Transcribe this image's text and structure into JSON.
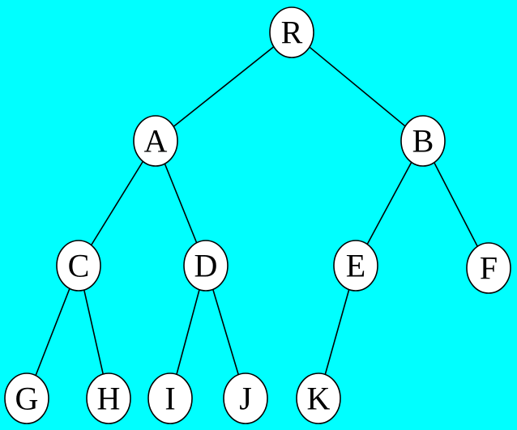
{
  "colors": {
    "background": "#00FFFF",
    "node_fill": "#FFFFFF",
    "stroke": "#000000"
  },
  "tree": {
    "nodes": [
      {
        "id": "R",
        "label": "R"
      },
      {
        "id": "A",
        "label": "A"
      },
      {
        "id": "B",
        "label": "B"
      },
      {
        "id": "C",
        "label": "C"
      },
      {
        "id": "D",
        "label": "D"
      },
      {
        "id": "E",
        "label": "E"
      },
      {
        "id": "F",
        "label": "F"
      },
      {
        "id": "G",
        "label": "G"
      },
      {
        "id": "H",
        "label": "H"
      },
      {
        "id": "I",
        "label": "I"
      },
      {
        "id": "J",
        "label": "J"
      },
      {
        "id": "K",
        "label": "K"
      }
    ],
    "edges": [
      {
        "from": "R",
        "to": "A"
      },
      {
        "from": "R",
        "to": "B"
      },
      {
        "from": "A",
        "to": "C"
      },
      {
        "from": "A",
        "to": "D"
      },
      {
        "from": "B",
        "to": "E"
      },
      {
        "from": "B",
        "to": "F"
      },
      {
        "from": "C",
        "to": "G"
      },
      {
        "from": "C",
        "to": "H"
      },
      {
        "from": "D",
        "to": "I"
      },
      {
        "from": "D",
        "to": "J"
      },
      {
        "from": "E",
        "to": "K"
      }
    ]
  }
}
